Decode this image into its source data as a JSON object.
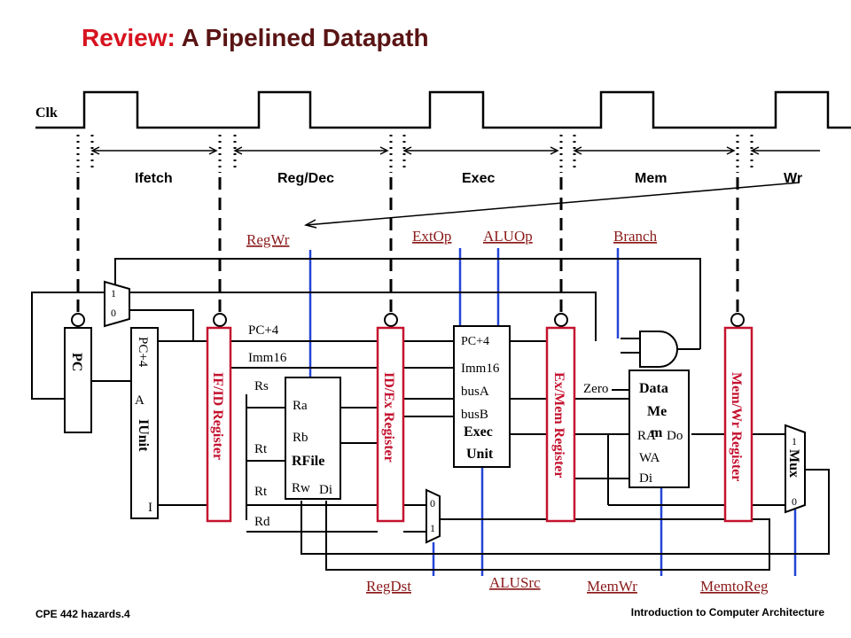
{
  "title": {
    "prefix": "Review:",
    "main": "A Pipelined Datapath"
  },
  "footer": {
    "left": "CPE 442  hazards.4",
    "right": "Introduction to Computer Architecture"
  },
  "clock": {
    "label": "Clk"
  },
  "stages": [
    "Ifetch",
    "Reg/Dec",
    "Exec",
    "Mem",
    "Wr"
  ],
  "controls": {
    "top": [
      "RegWr",
      "ExtOp",
      "ALUOp",
      "Branch"
    ],
    "bottom": [
      "RegDst",
      "ALUSrc",
      "MemWr",
      "MemtoReg"
    ]
  },
  "registers": [
    "IF/ID Register",
    "ID/Ex Register",
    "Ex/Mem Register",
    "Mem/Wr Register"
  ],
  "pc": {
    "label": "PC"
  },
  "ifetch_unit": {
    "label": "IUnit",
    "pc4": "PC+4",
    "a": "A",
    "i": "I"
  },
  "pc_mux": {
    "one": "1",
    "zero": "0"
  },
  "signals_id": {
    "pc4": "PC+4",
    "imm16": "Imm16",
    "rs": "Rs",
    "rt1": "Rt",
    "rt2": "Rt",
    "rd": "Rd"
  },
  "rfile": {
    "label": "RFile",
    "ra": "Ra",
    "rb": "Rb",
    "rw": "Rw",
    "di": "Di"
  },
  "exec": {
    "pc4": "PC+4",
    "imm16": "Imm16",
    "busa": "busA",
    "busb": "busB",
    "label1": "Exec",
    "label2": "Unit"
  },
  "regdst_mux": {
    "zero": "0",
    "one": "1"
  },
  "zero_label": "Zero",
  "dmem": {
    "label1": "Data",
    "label2": "Me",
    "label3": "m",
    "ra": "RA",
    "do": "Do",
    "wa": "WA",
    "di": "Di"
  },
  "wb_mux": {
    "label": "Mux",
    "one": "1",
    "zero": "0"
  }
}
